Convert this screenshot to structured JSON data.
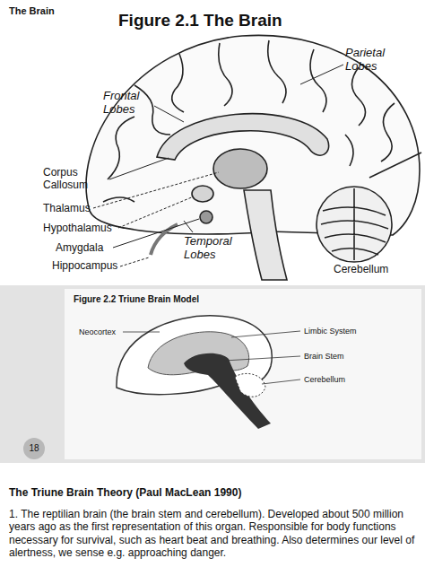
{
  "diagram": {
    "title": "The Brain",
    "labels": [
      "Figure 2.1 The Brain",
      "Parietal Lobes",
      "Frontal Lobes",
      "Corpus Callosum",
      "Thalamus",
      "Hypothalamus",
      "Amygdala",
      "Temporal Lobes",
      "Hippocampus",
      "Cerebellum",
      "Figure 2.2 Triune Brain Model",
      "Neocortex",
      "Limbic System",
      "Brain Stem",
      "Cerebellum",
      "18",
      "The Triune Brain Theory (Paul MacLean 1990)",
      "1. The reptilian brain (the brain stem and cerebellum). Developed about 500 million years ago as the first representation of this organ. Responsible for body functions necessary for survival, such as heart beat and breathing. Also determines our level of alertness, we sense e.g. approaching danger."
    ]
  }
}
